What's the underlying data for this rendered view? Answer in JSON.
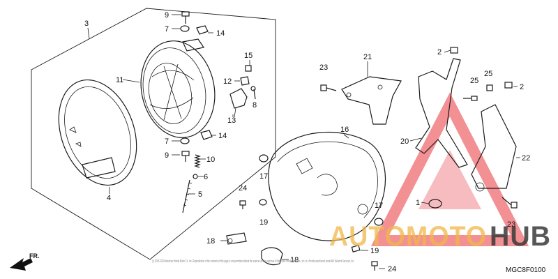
{
  "callouts": {
    "c1": "1",
    "c2a": "2",
    "c2b": "2",
    "c3": "3",
    "c4": "4",
    "c5": "5",
    "c6": "6",
    "c7a": "7",
    "c7b": "7",
    "c8": "8",
    "c9a": "9",
    "c9b": "9",
    "c10": "10",
    "c11": "11",
    "c12": "12",
    "c13": "13",
    "c14a": "14",
    "c14b": "14",
    "c15": "15",
    "c16": "16",
    "c17a": "17",
    "c17b": "17",
    "c18a": "18",
    "c18b": "18",
    "c19a": "19",
    "c19b": "19",
    "c20": "20",
    "c21": "21",
    "c22": "22",
    "c23a": "23",
    "c23b": "23",
    "c24a": "24",
    "c24b": "24",
    "c25a": "25",
    "c25b": "25"
  },
  "watermark": {
    "text_accent": "AUTOMOTO",
    "text_dark": "HUB",
    "accent_color": "#f0b84a",
    "triangle_color": "#e8363c"
  },
  "footer": {
    "front_label": "FR.",
    "diagram_code": "MGC8F0100",
    "copyright": "(c) 2003-2019 American Honda Motor Co. Inc. Reproduction of the contents of this page is not permitted without the express written approval of American Honda Motor Co., Inc. in a Honda-sanctioned portal ARI Network Services, Inc."
  },
  "icons": [
    "front-direction-arrow-icon",
    "watermark-triangle-icon"
  ]
}
